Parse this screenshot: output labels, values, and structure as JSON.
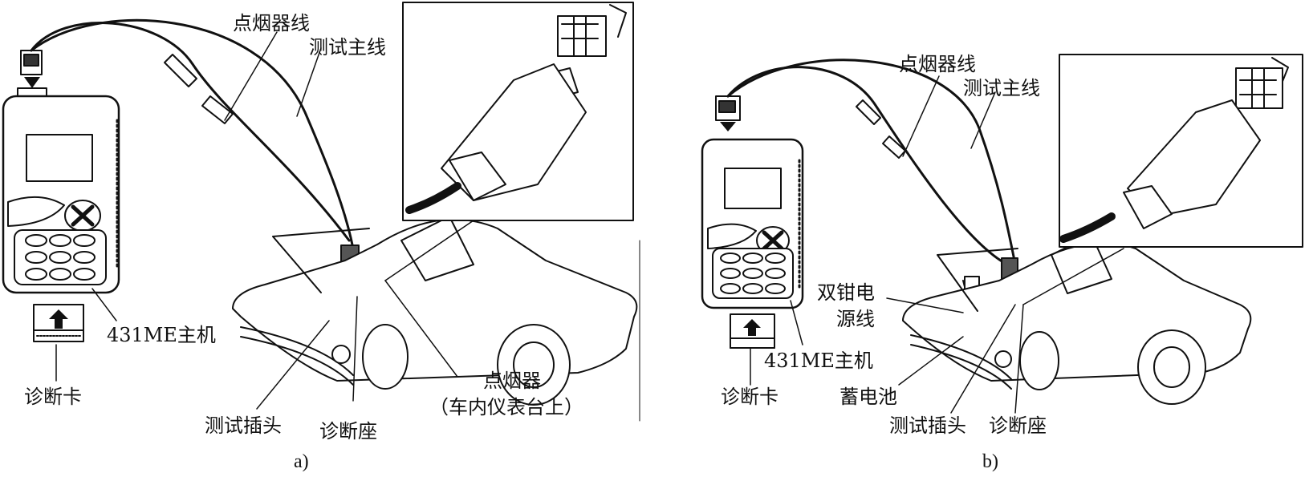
{
  "panel_a": {
    "caption": "a)",
    "labels": {
      "cigarette_lighter_cable": "点烟器线",
      "main_test_cable": "测试主线",
      "host_unit": "431ME主机",
      "diagnostic_card": "诊断卡",
      "test_plug": "测试插头",
      "diagnostic_socket": "诊断座",
      "cigarette_lighter": "点烟器",
      "cigarette_lighter_note": "（车内仪表台上）"
    }
  },
  "panel_b": {
    "caption": "b)",
    "labels": {
      "cigarette_lighter_cable": "点烟器线",
      "main_test_cable": "测试主线",
      "dual_clamp_power_cable_line1": "双钳电",
      "dual_clamp_power_cable_line2": "源线",
      "host_unit": "431ME主机",
      "diagnostic_card": "诊断卡",
      "battery": "蓄电池",
      "test_plug": "测试插头",
      "diagnostic_socket": "诊断座"
    }
  },
  "icons": [
    "scanner-device-icon",
    "car-icon",
    "connector-icon",
    "up-arrow-icon",
    "x-button-icon"
  ],
  "colors": {
    "ink": "#111111",
    "background": "#ffffff"
  }
}
